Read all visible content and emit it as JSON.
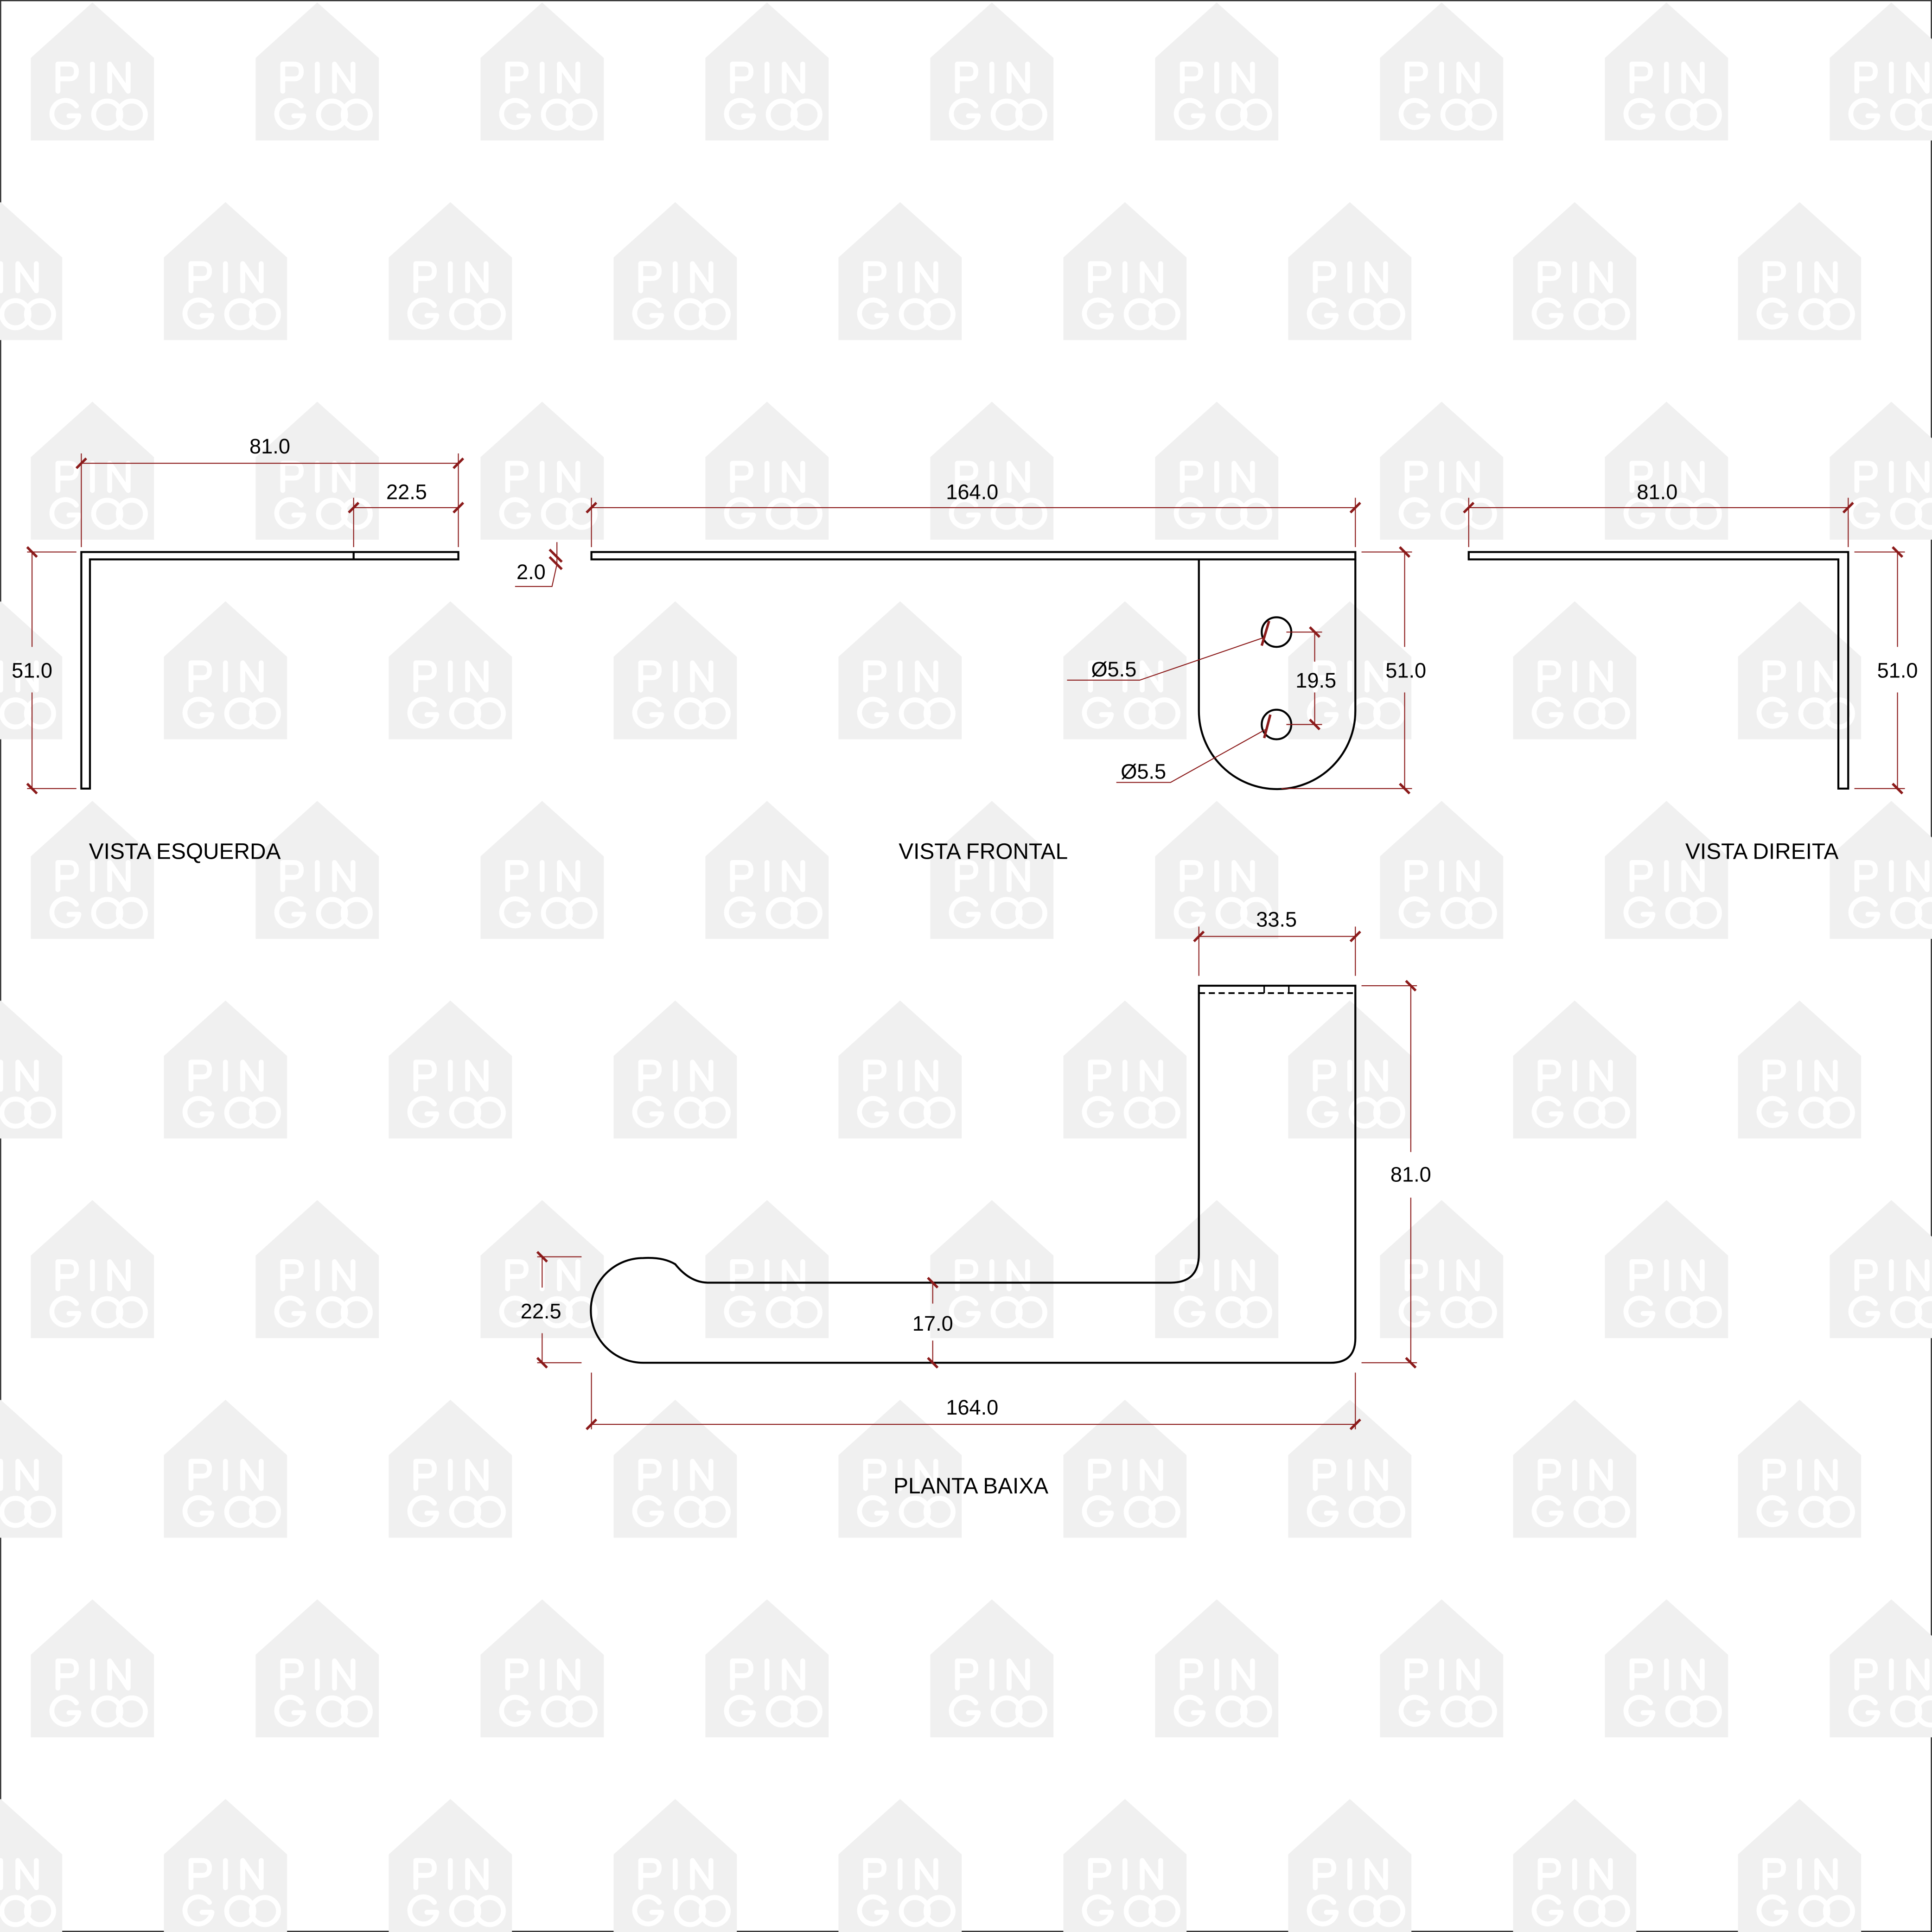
{
  "watermark_text": "PIN GOO",
  "colors": {
    "dimension": "#8b1a1a",
    "part": "#000000",
    "watermark": "#f0f0f0"
  },
  "views": {
    "left": {
      "title": "VISTA ESQUERDA",
      "dims": {
        "width": "81.0",
        "offset": "22.5",
        "height": "51.0"
      }
    },
    "front": {
      "title": "VISTA FRONTAL",
      "dims": {
        "length": "164.0",
        "thickness": "2.0",
        "height": "51.0",
        "hole_spacing": "19.5",
        "hole1": "Ø5.5",
        "hole2": "Ø5.5"
      }
    },
    "right": {
      "title": "VISTA DIREITA",
      "dims": {
        "width": "81.0",
        "height": "51.0"
      }
    },
    "plan": {
      "title": "PLANTA BAIXA",
      "dims": {
        "arm_width": "33.5",
        "depth": "81.0",
        "end_width": "22.5",
        "bar_width": "17.0",
        "length": "164.0"
      }
    }
  }
}
